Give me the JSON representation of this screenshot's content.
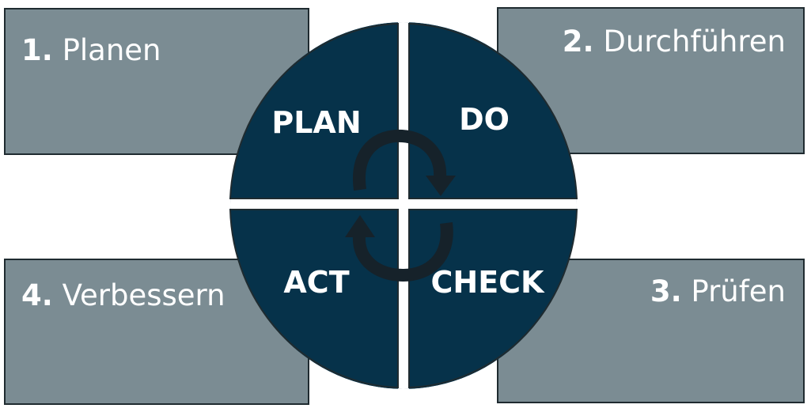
{
  "steps": [
    {
      "number": "1.",
      "label": "Planen"
    },
    {
      "number": "2.",
      "label": "Durchführen"
    },
    {
      "number": "3.",
      "label": "Prüfen"
    },
    {
      "number": "4.",
      "label": "Verbessern"
    }
  ],
  "cycle": {
    "plan": "PLAN",
    "do": "DO",
    "check": "CHECK",
    "act": "ACT"
  },
  "colors": {
    "box_fill": "#7b8c93",
    "quadrant_fill": "#06324a",
    "arrow": "#16222a",
    "text": "#ffffff"
  }
}
